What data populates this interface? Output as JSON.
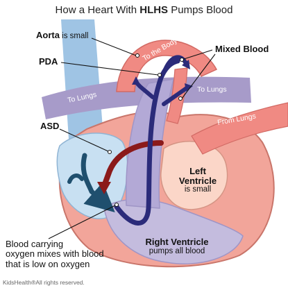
{
  "title": {
    "prefix": "How a Heart With ",
    "emphasis": "HLHS",
    "suffix": " Pumps Blood"
  },
  "callouts": {
    "aorta": {
      "bold": "Aorta",
      "rest": " is small"
    },
    "pda": "PDA",
    "mixed_blood": "Mixed Blood",
    "asd": "ASD",
    "blood_note": [
      "Blood carrying",
      "oxygen mixes with blood",
      "that is low on oxygen"
    ]
  },
  "vessel_labels": {
    "to_the_body": "To the Body",
    "to_lungs_left": "To Lungs",
    "to_lungs_right": "To Lungs",
    "from_lungs": "From Lungs"
  },
  "chambers": {
    "left_ventricle": {
      "line1": "Left",
      "line2": "Ventricle",
      "note": "is small"
    },
    "right_ventricle": {
      "name": "Right Ventricle",
      "note": "pumps all blood"
    }
  },
  "credit": "KidsHealth®All rights reserved.",
  "colors": {
    "oxygen_poor": "#1f4f6e",
    "oxygen_rich": "#8b1a1a",
    "mixed": "#2b2b7a",
    "heart_body": "#f2a59a",
    "heart_inner": "#fbd6c8",
    "pulmonary_vessel": "#a79bc9",
    "vena_cava": "#9fc4e4",
    "aorta_vessel": "#f08a83"
  }
}
